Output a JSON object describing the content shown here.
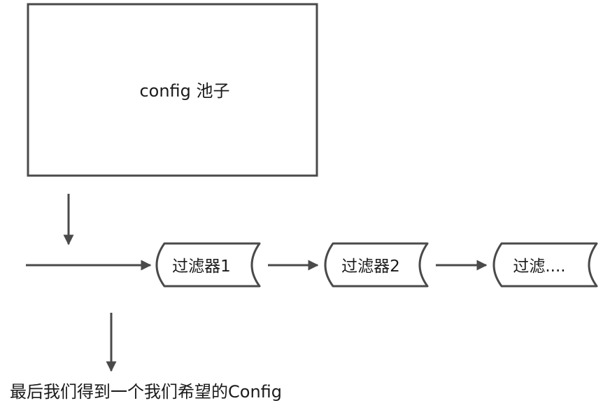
{
  "pool": {
    "label": "config 池子"
  },
  "filters": [
    {
      "label": "过滤器1"
    },
    {
      "label": "过滤器2"
    },
    {
      "label": "过滤...."
    }
  ],
  "result": {
    "label": "最后我们得到一个我们希望的Config"
  },
  "colors": {
    "stroke": "#4a4a4a",
    "text": "#1a1a1a",
    "background": "#ffffff"
  }
}
